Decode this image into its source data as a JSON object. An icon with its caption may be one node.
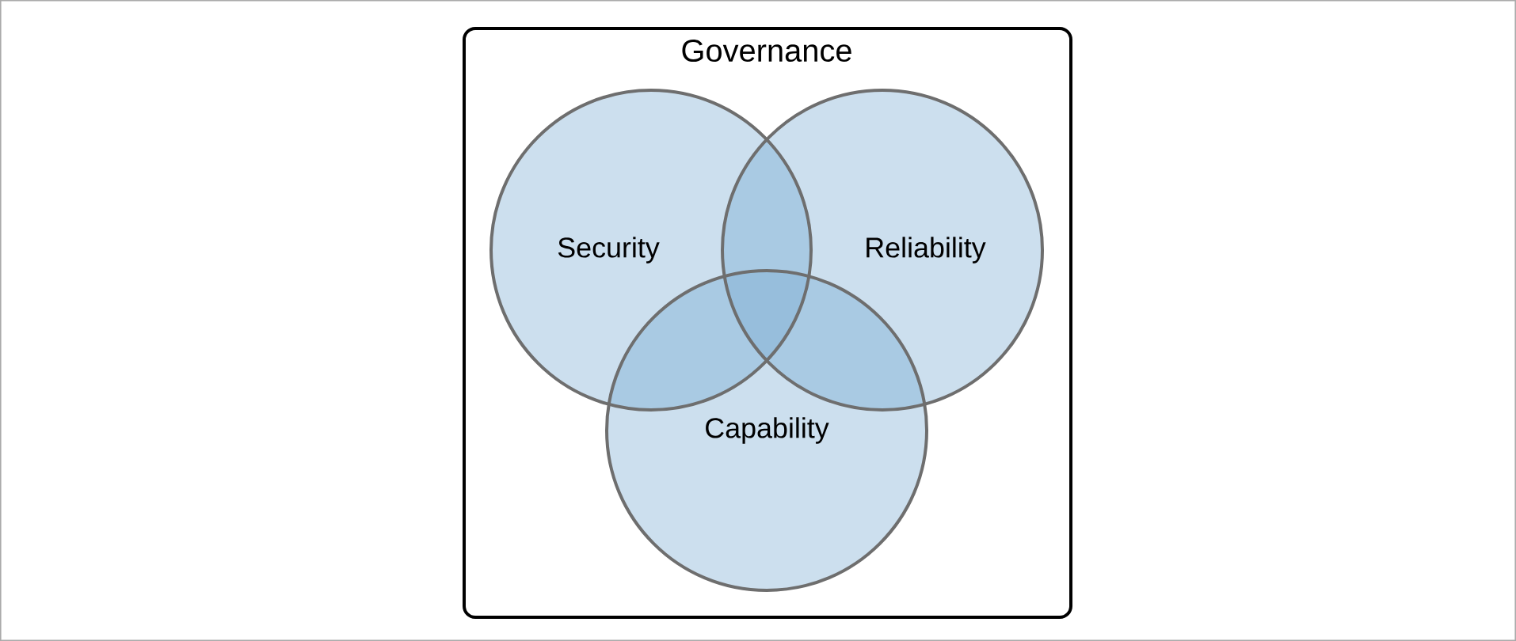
{
  "diagram": {
    "nodes": [
      {
        "text": [
          "Governance"
        ]
      },
      {
        "text": [
          "Security"
        ],
        "in": 0
      },
      {
        "text": [
          "Reliability"
        ],
        "in": 0
      },
      {
        "text": [
          "Capability"
        ],
        "in": 0
      }
    ]
  }
}
